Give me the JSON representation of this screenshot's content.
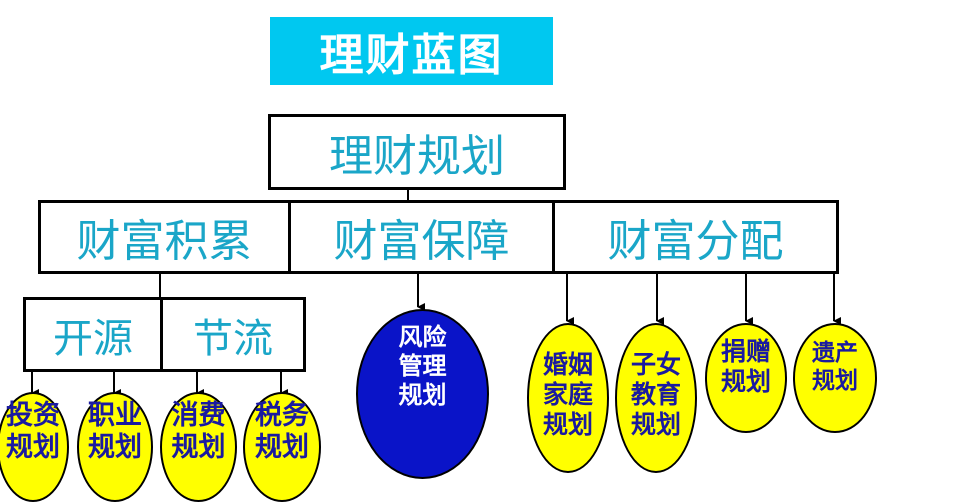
{
  "colors": {
    "banner_bg": "#00c8f0",
    "banner_text": "#ffffff",
    "box_text": "#1aa6c8",
    "yellow_fill": "#ffff00",
    "yellow_text": "#1a1aa0",
    "blue_fill": "#0a14c8",
    "blue_text": "#ffffff"
  },
  "diagram": {
    "title": "理财蓝图",
    "root": "理财规划",
    "level1": [
      "财富积累",
      "财富保障",
      "财富分配"
    ],
    "accumulation_children": [
      "开源",
      "节流"
    ],
    "leaves_left": [
      "投资\n规划",
      "职业\n规划",
      "消费\n规划",
      "税务\n规划"
    ],
    "risk": "风险\n管理\n规划",
    "distribution_leaves": [
      "婚姻\n家庭\n规划",
      "子女\n教育\n规划",
      "捐赠\n规划",
      "遗产\n规划"
    ]
  }
}
